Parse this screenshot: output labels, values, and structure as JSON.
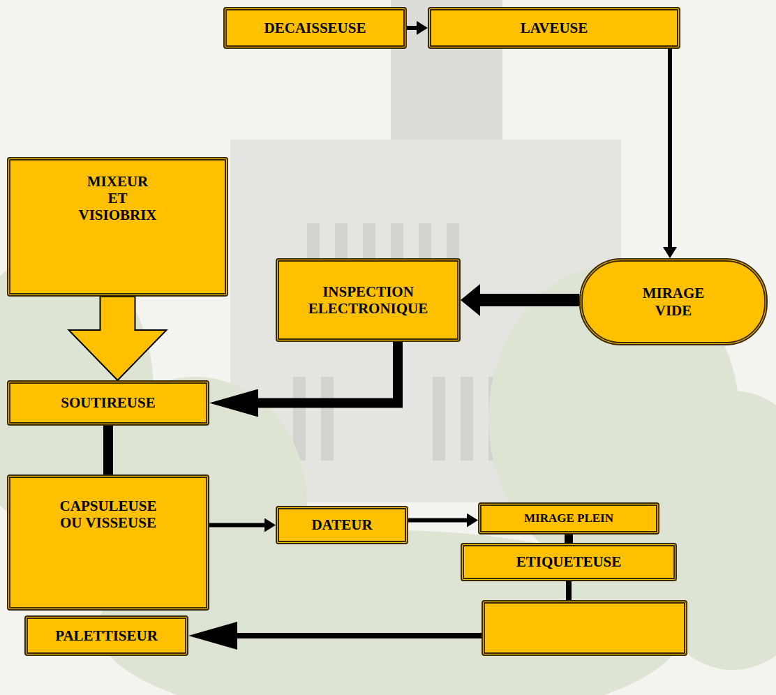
{
  "diagram": {
    "nodes": [
      {
        "text": [
          "DECAISSEUSE"
        ]
      },
      {
        "text": [
          "LAVEUSE"
        ]
      },
      {
        "text": [
          "MIXEUR ET VISIOBRIX"
        ]
      },
      {
        "text": [
          "MIRAGE VIDE"
        ]
      },
      {
        "text": [
          "INSPECTION ELECTRONIQUE"
        ]
      },
      {
        "text": [
          "SOUTIREUSE"
        ]
      },
      {
        "text": [
          "CAPSULEUSE OU VISSEUSE"
        ]
      },
      {
        "text": [
          "DATEUR"
        ]
      },
      {
        "text": [
          "MIRAGE PLEIN"
        ]
      },
      {
        "text": [
          "ETIQUETEUSE"
        ]
      },
      {
        "text": [
          "PALETTISEUR"
        ]
      }
    ],
    "edges": [
      {
        "from": 0,
        "to": 1,
        "arrow": "to"
      },
      {
        "from": 1,
        "to": 3,
        "arrow": "to"
      },
      {
        "from": 3,
        "to": 4,
        "arrow": "to"
      },
      {
        "from": 4,
        "to": 5,
        "arrow": "to"
      },
      {
        "from": 2,
        "to": 5,
        "arrow": "to"
      },
      {
        "from": 5,
        "to": 6,
        "arrow": "none"
      },
      {
        "from": 6,
        "to": 7,
        "arrow": "to"
      },
      {
        "from": 7,
        "to": 8,
        "arrow": "to"
      },
      {
        "from": 8,
        "to": 9,
        "arrow": "none"
      },
      {
        "from": 9,
        "to": 10,
        "arrow": "to"
      }
    ]
  }
}
